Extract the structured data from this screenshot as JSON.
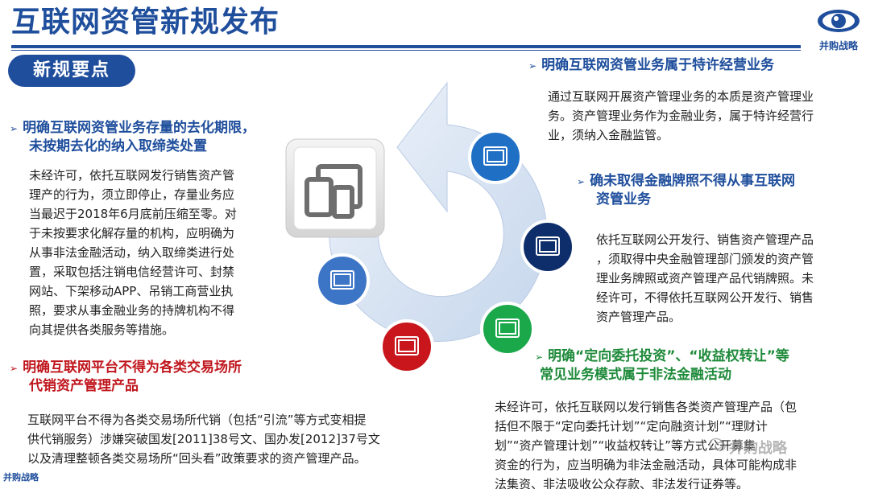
{
  "header": {
    "title": "互联网资管新规发布",
    "logo_text": "并购战略"
  },
  "pill": {
    "label": "新规要点"
  },
  "left": {
    "sec1": {
      "title_line1": "明确互联网资管业务存量的去化期限，",
      "title_line2": "未按期去化的纳入取缔类处置",
      "lines": [
        "未经许可，依托互联网发行销售资产管",
        "理产的行为，须立即停止，存量业务应",
        "当最迟于2018年6月底前压缩至零。对",
        "于未按要求化解存量的机构，应明确为",
        "从事非法金融活动，纳入取缔类进行处",
        "置，采取包括注销电信经营许可、封禁",
        "网站、下架移动APP、吊销工商营业执",
        "照，要求从事金融业务的持牌机构不得",
        "向其提供各类服务等措施。"
      ]
    },
    "sec2": {
      "title_line1": "明确互联网平台不得为各类交易场所",
      "title_line2": "代销资产管理产品",
      "lines": [
        "互联网平台不得为各类交易场所代销（包括“引流”等方式变相提",
        "供代销服务）涉嫌突破国发[2011]38号文、国办发[2012]37号文",
        "以及清理整顿各类交易场所“回头看”政策要求的资产管理产品。"
      ]
    }
  },
  "right": {
    "sec1": {
      "title": "明确互联网资管业务属于特许经营业务",
      "lines": [
        "通过互联网开展资产管理业务的本质是资产管理业",
        "务。资产管理业务作为金融业务，属于特许经营行",
        "业，须纳入金融监管。"
      ]
    },
    "sec2": {
      "title_line1": "确未取得金融牌照不得从事互联网",
      "title_line2": "资管业务",
      "lines": [
        "依托互联网公开发行、销售资产管理产品",
        "，须取得中央金融管理部门颁发的资产管",
        "理业务牌照或资产管理产品代销牌照。未",
        "经许可，不得依托互联网公开发行、销售",
        "资产管理产品。"
      ]
    },
    "sec3": {
      "title_line1": "明确“定向委托投资”、“收益权转让”等",
      "title_line2": "常见业务模式属于非法金融活动",
      "lines": [
        "未经许可，依托互联网以发行销售各类资产管理产品（包",
        "括但不限于“定向委托计划”“定向融资计划”“理财计",
        "划”“资产管理计划”“收益权转让”等方式公开募集",
        "资金的行为，应当明确为非法金融活动，具体可能构成非",
        "法集资、非法吸收公众存款、非法发行证券等。"
      ]
    }
  },
  "diagram": {
    "center_icon": "devices-icon",
    "bubbles": [
      {
        "icon": "ad-tablet-icon",
        "color": "#1f6fc4"
      },
      {
        "icon": "ad-tablet-icon",
        "color": "#0d2d6b"
      },
      {
        "icon": "ad-tablet-icon",
        "color": "#1aa84a"
      },
      {
        "icon": "ad-tablet-icon",
        "color": "#c9161d"
      },
      {
        "icon": "ad-tablet-icon",
        "color": "#3d75c6"
      }
    ]
  },
  "watermark": {
    "text": "并购战略"
  },
  "footer": {
    "logo_text": "并购战略"
  },
  "colors": {
    "brand": "#1f4e9c",
    "red": "#c0161d",
    "green": "#1e8a3a"
  }
}
